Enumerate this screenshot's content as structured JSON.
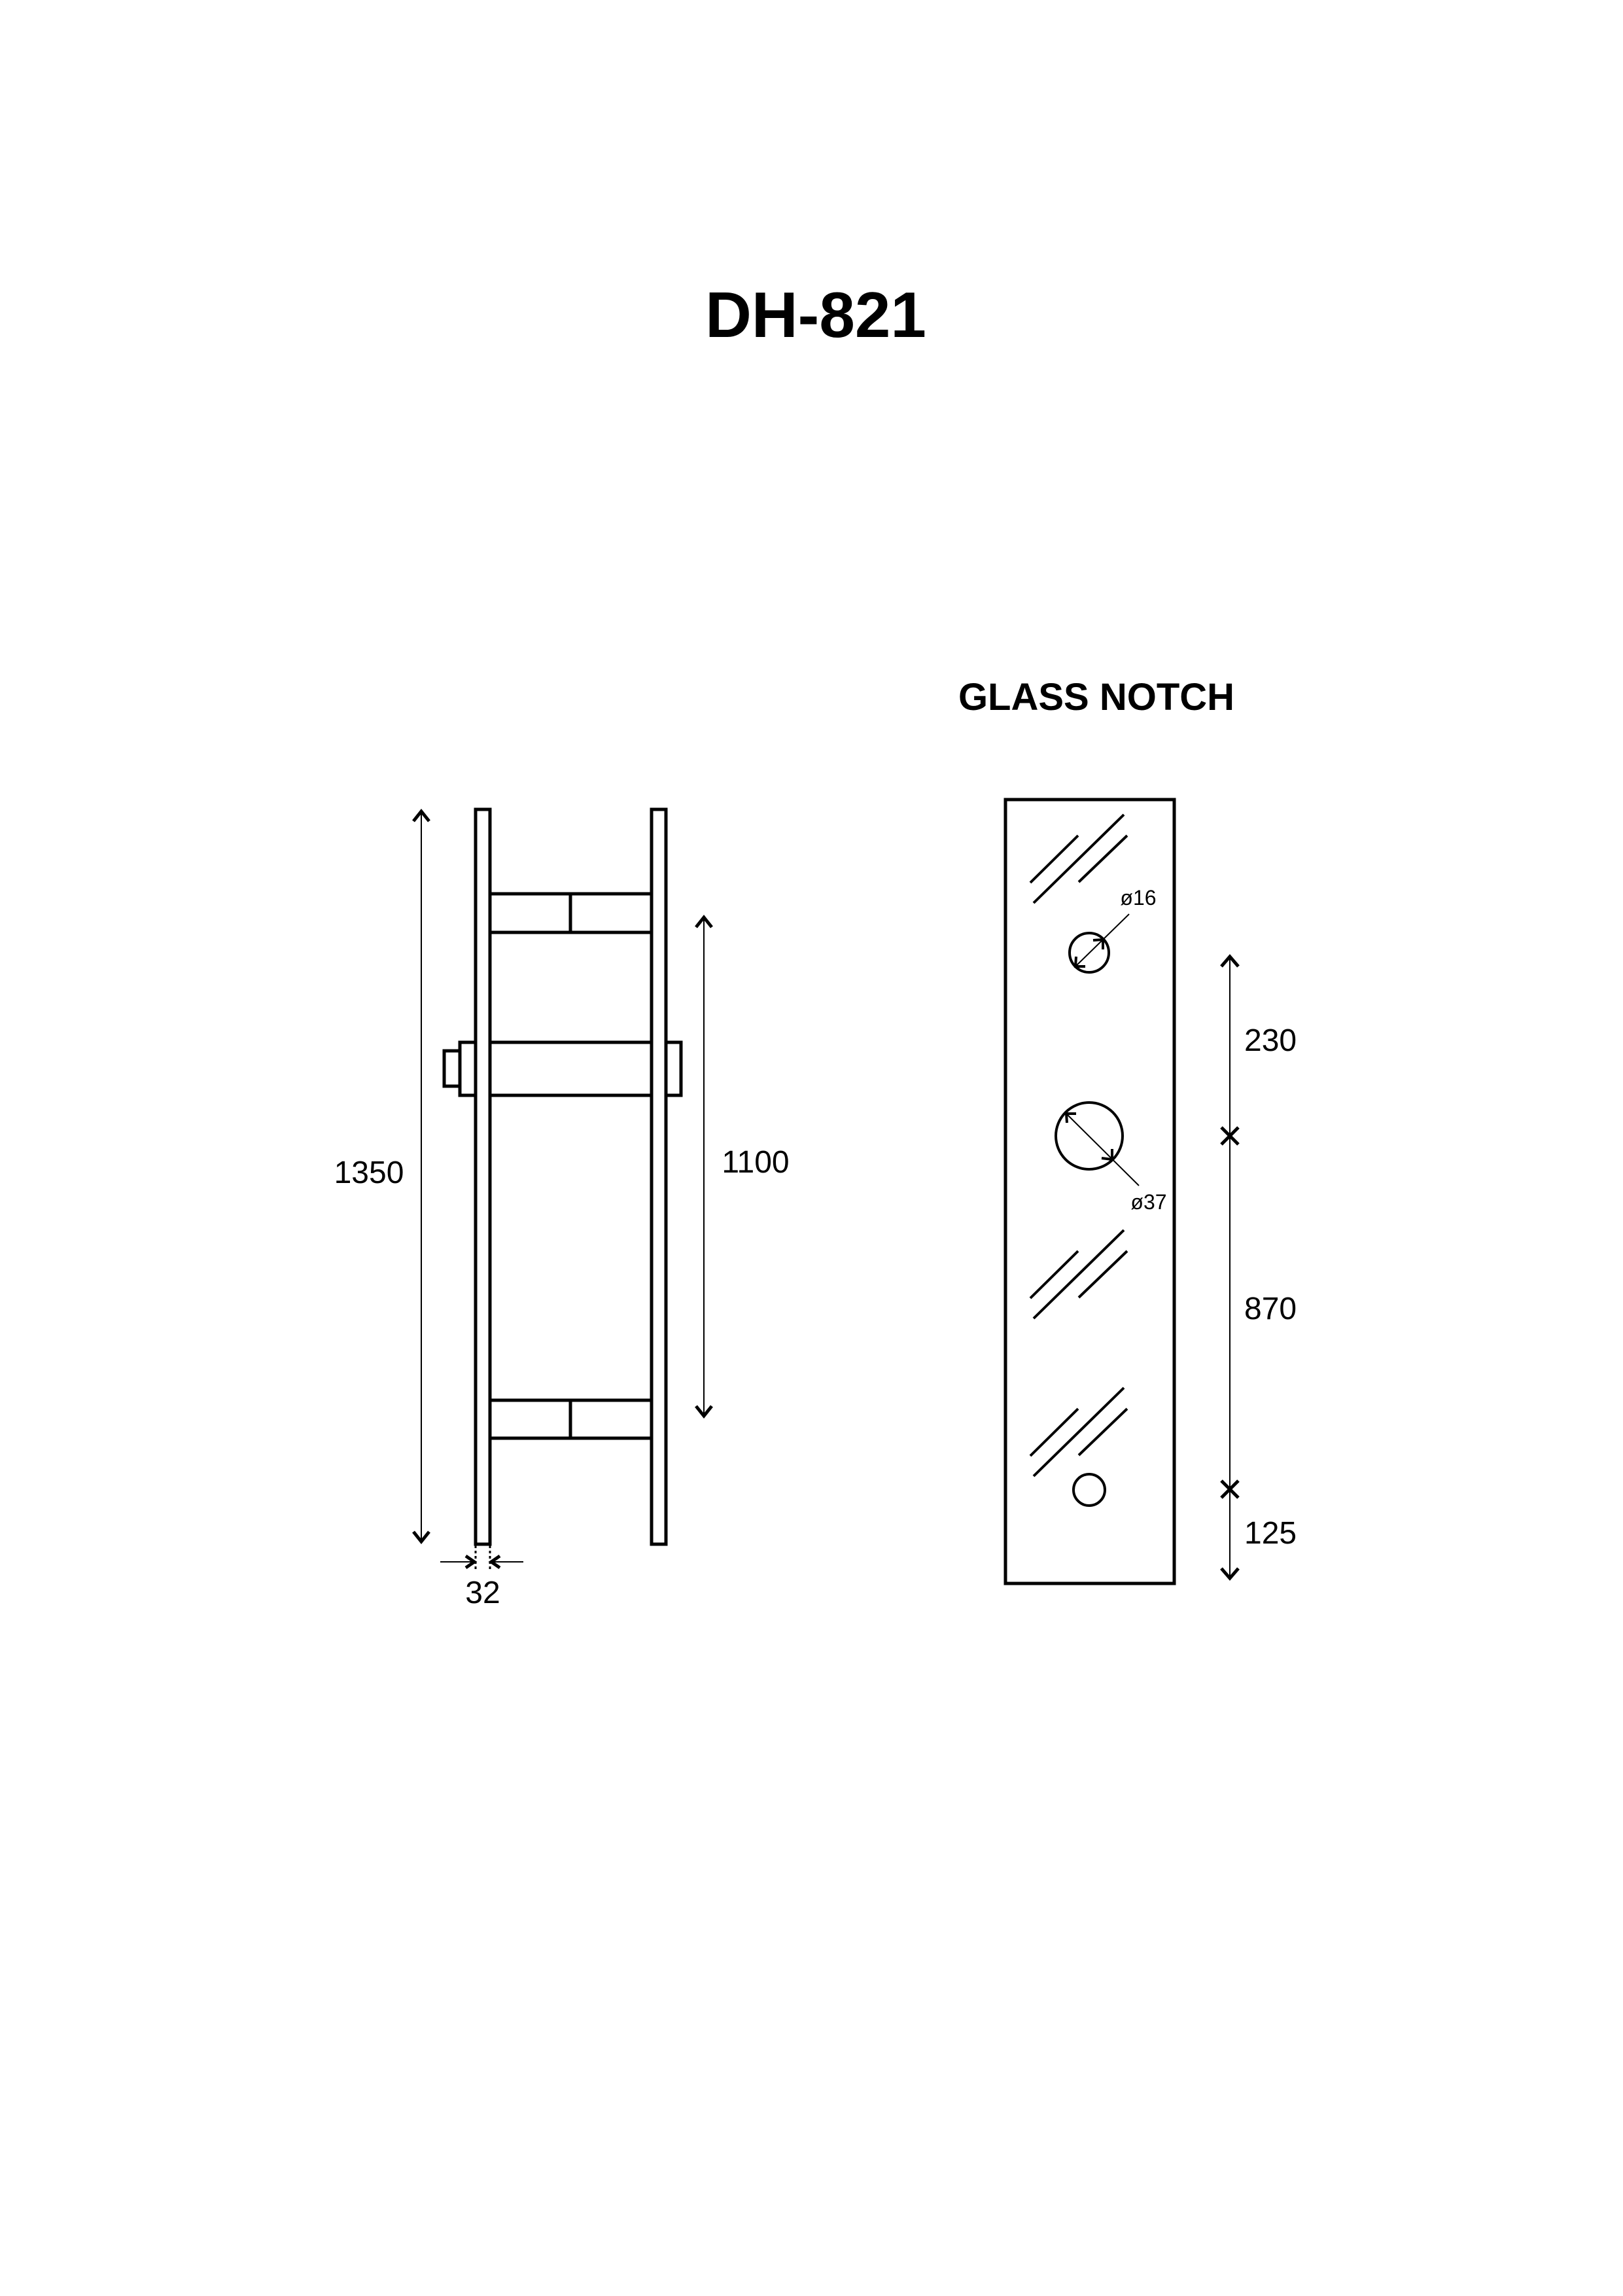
{
  "title": "DH-821",
  "glass_notch": {
    "heading": "GLASS NOTCH",
    "hole_small_label": "ø16",
    "hole_large_label": "ø37",
    "dim_top": "230",
    "dim_middle": "870",
    "dim_bottom": "125"
  },
  "handle": {
    "overall_length": "1350",
    "center_distance": "1100",
    "bar_diameter": "32"
  }
}
